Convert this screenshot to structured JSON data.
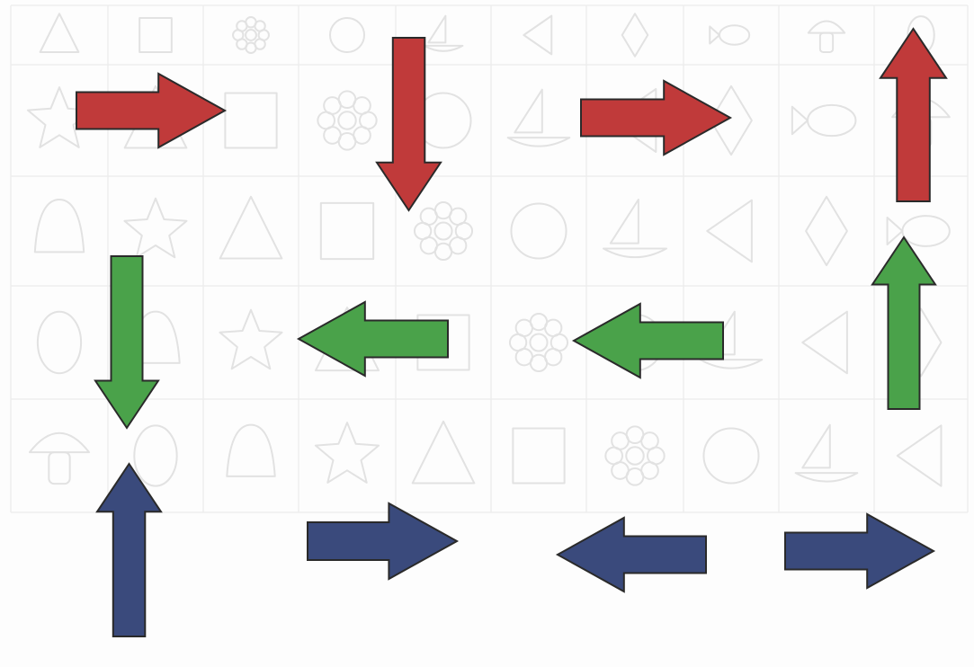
{
  "colors": {
    "paper": "#fdfdfd",
    "grid_line": "#ececec",
    "faint_shape": "#e2e2e2",
    "red": "#c03a3a",
    "green": "#4aa24a",
    "blue": "#3a4a7c"
  },
  "arrow_rows": [
    {
      "row": "top",
      "color": "red",
      "directions": [
        "right",
        "down",
        "right",
        "up"
      ]
    },
    {
      "row": "middle",
      "color": "green",
      "directions": [
        "down",
        "left",
        "left",
        "up"
      ]
    },
    {
      "row": "bottom",
      "color": "blue",
      "directions": [
        "up",
        "right",
        "left",
        "right"
      ]
    }
  ],
  "background_shapes": [
    "triangle",
    "fish",
    "flower",
    "oval",
    "sailboat",
    "star",
    "diamond",
    "square",
    "mushroom",
    "circle",
    "bell",
    "wedge"
  ]
}
